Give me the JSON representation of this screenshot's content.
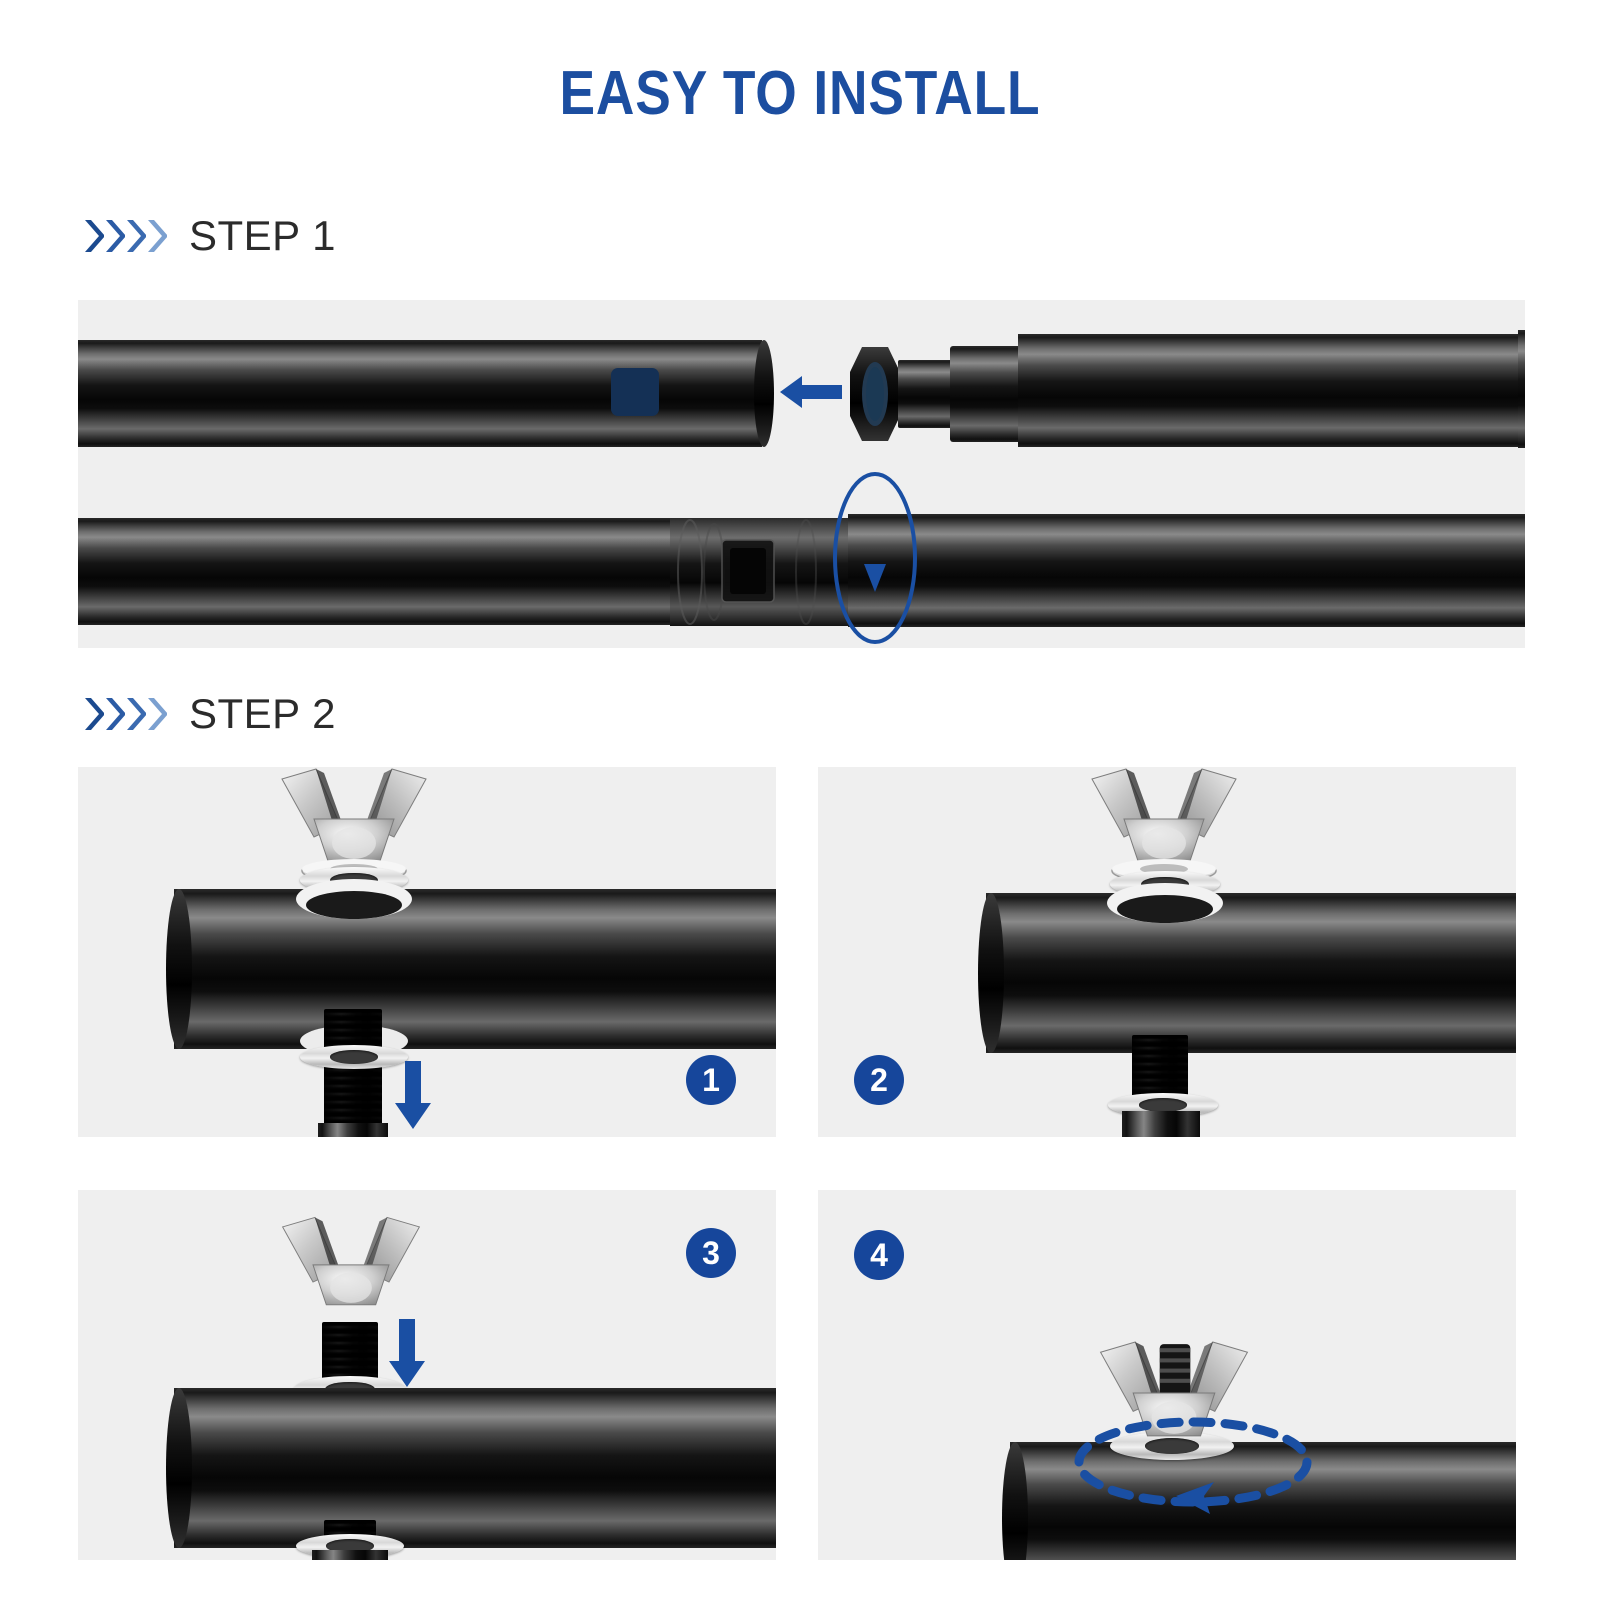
{
  "title": "EASY TO INSTALL",
  "colors": {
    "brand_blue": "#1c4ea0",
    "badge_blue": "#16469b",
    "arrow_blue": "#1a4fa3",
    "marker_navy": "#143055",
    "panel_bg": "#efefef",
    "page_bg": "#ffffff",
    "step_text": "#2b2b2b",
    "chevron_1": "#1b4a8f",
    "chevron_2": "#2b5ba5",
    "chevron_3": "#3a6ab0",
    "chevron_4": "#7ba0d0"
  },
  "steps": [
    {
      "id": "step-1",
      "label": "STEP 1",
      "illustration": {
        "top_row": "black-rod-with-navy-marker-and-telescoping-insert",
        "bottom_row": "rods-joined-with-rotation-arrow",
        "arrow_direction": "left",
        "rotation_arrow": "clockwise-twist"
      }
    },
    {
      "id": "step-2",
      "label": "STEP 2",
      "panels": [
        {
          "badge": "1",
          "badge_position": "bottom-right",
          "description": "wing-nut-and-washer-above-tube-bolt-inserted-from-below",
          "arrow_direction": "down"
        },
        {
          "badge": "2",
          "badge_position": "bottom-left",
          "description": "bolt-passed-through-tube-hole",
          "arrow_direction": "none"
        },
        {
          "badge": "3",
          "badge_position": "top-right",
          "description": "wing-nut-lowered-onto-exposed-thread",
          "arrow_direction": "down"
        },
        {
          "badge": "4",
          "badge_position": "top-left",
          "description": "wing-nut-tightened-with-rotation",
          "arrow_direction": "rotate"
        }
      ]
    }
  ]
}
